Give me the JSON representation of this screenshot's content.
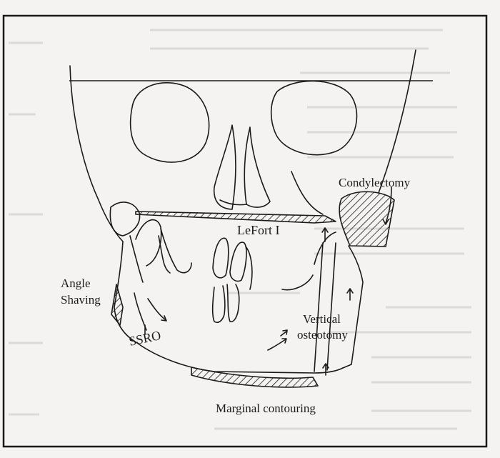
{
  "labels": {
    "condylectomy": "Condylectomy",
    "lefort": "LeFort I",
    "angle_line1": "Angle",
    "angle_line2": "Shaving",
    "ssro": "SSRO",
    "vertical_line1": "Vertical",
    "vertical_line2": "osteotomy",
    "marginal": "Marginal contouring"
  },
  "colors": {
    "ink": "#1a1a1a",
    "paper": "#ffffff",
    "background_text": "#c8c6c2"
  }
}
